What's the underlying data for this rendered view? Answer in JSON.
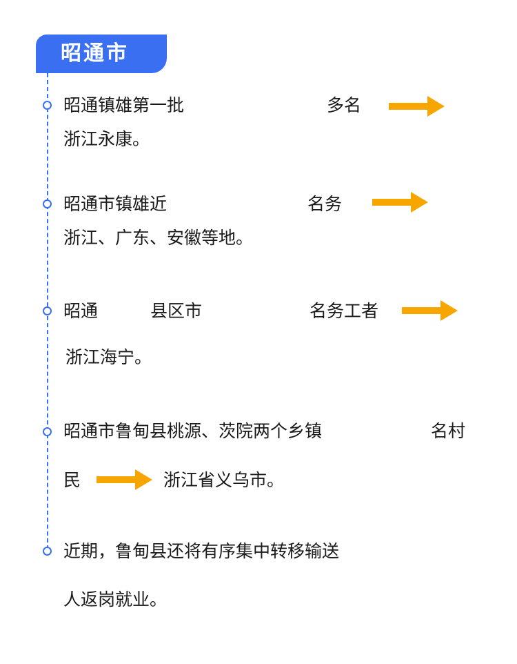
{
  "header": {
    "title": "昭通市"
  },
  "items": [
    {
      "line1_a": "昭通镇雄第一批",
      "line1_b": "多名",
      "line2": "浙江永康。"
    },
    {
      "line1_a": "昭通市镇雄近",
      "line1_b": "名务",
      "line2": "浙江、广东、安徽等地。"
    },
    {
      "line1_a": "昭通",
      "line1_b": "县区市",
      "line1_c": "名务工者",
      "line2": "浙江海宁。"
    },
    {
      "line1_a": "昭通市鲁甸县桃源、茨院两个乡镇",
      "line1_b": "名村",
      "line2_a": "民",
      "line2_b": "浙江省义乌市。"
    },
    {
      "line1": "近期，鲁甸县还将有序集中转移输送",
      "line2": "人返岗就业。"
    }
  ],
  "colors": {
    "accent": "#3a6ff2",
    "arrow": "#f7a600"
  },
  "icons": {
    "arrow": "arrow-right-icon"
  }
}
